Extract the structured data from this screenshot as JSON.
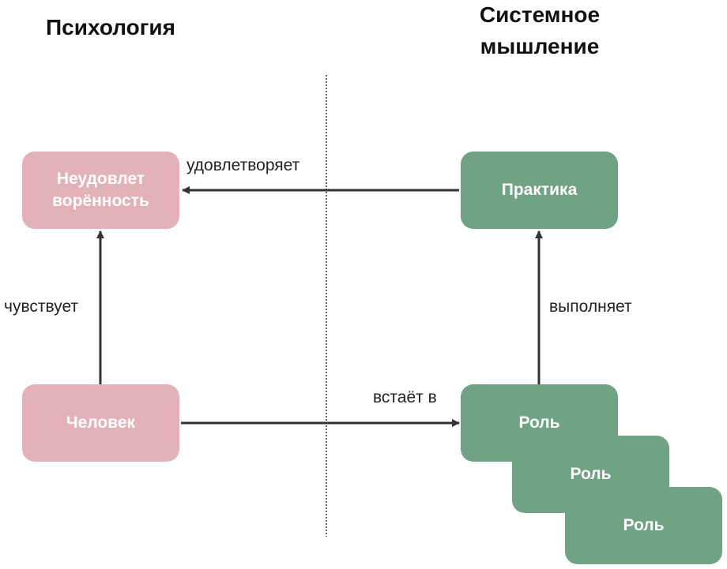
{
  "headers": {
    "left": "Психология",
    "right_line1": "Системное",
    "right_line2": "мышление"
  },
  "nodes": {
    "dissatisfaction_line1": "Неудовлет",
    "dissatisfaction_line2": "ворённость",
    "person": "Человек",
    "practice": "Практика",
    "roles": [
      "Роль",
      "Роль",
      "Роль"
    ]
  },
  "edges": {
    "satisfies": "удовлетворяет",
    "feels": "чувствует",
    "performs": "выполняет",
    "takes_role": "встаёт в"
  },
  "colors": {
    "psychology": "#e3b2b8",
    "systems": "#6fa384",
    "arrow": "#333333"
  }
}
